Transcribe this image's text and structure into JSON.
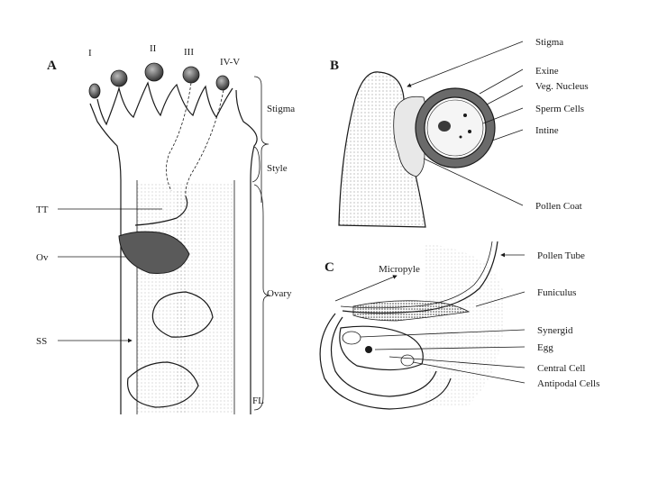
{
  "panels": {
    "a": {
      "letter": "A",
      "pollen_groups": [
        "I",
        "II",
        "III",
        "IV-V"
      ],
      "regions": [
        "Stigma",
        "Style",
        "Ovary"
      ],
      "left_labels": [
        "TT",
        "Ov",
        "SS"
      ],
      "corner_label": "FL"
    },
    "b": {
      "letter": "B",
      "labels": [
        "Stigma",
        "Exine",
        "Veg. Nucleus",
        "Sperm Cells",
        "Intine",
        "Pollen Coat"
      ]
    },
    "c": {
      "letter": "C",
      "labels": [
        "Micropyle",
        "Pollen Tube",
        "Funiculus",
        "Synergid",
        "Egg",
        "Central Cell",
        "Antipodal Cells"
      ]
    }
  },
  "colors": {
    "ink": "#1a1a1a",
    "stipple": "#b8b8b8",
    "dark_fill": "#555555"
  }
}
